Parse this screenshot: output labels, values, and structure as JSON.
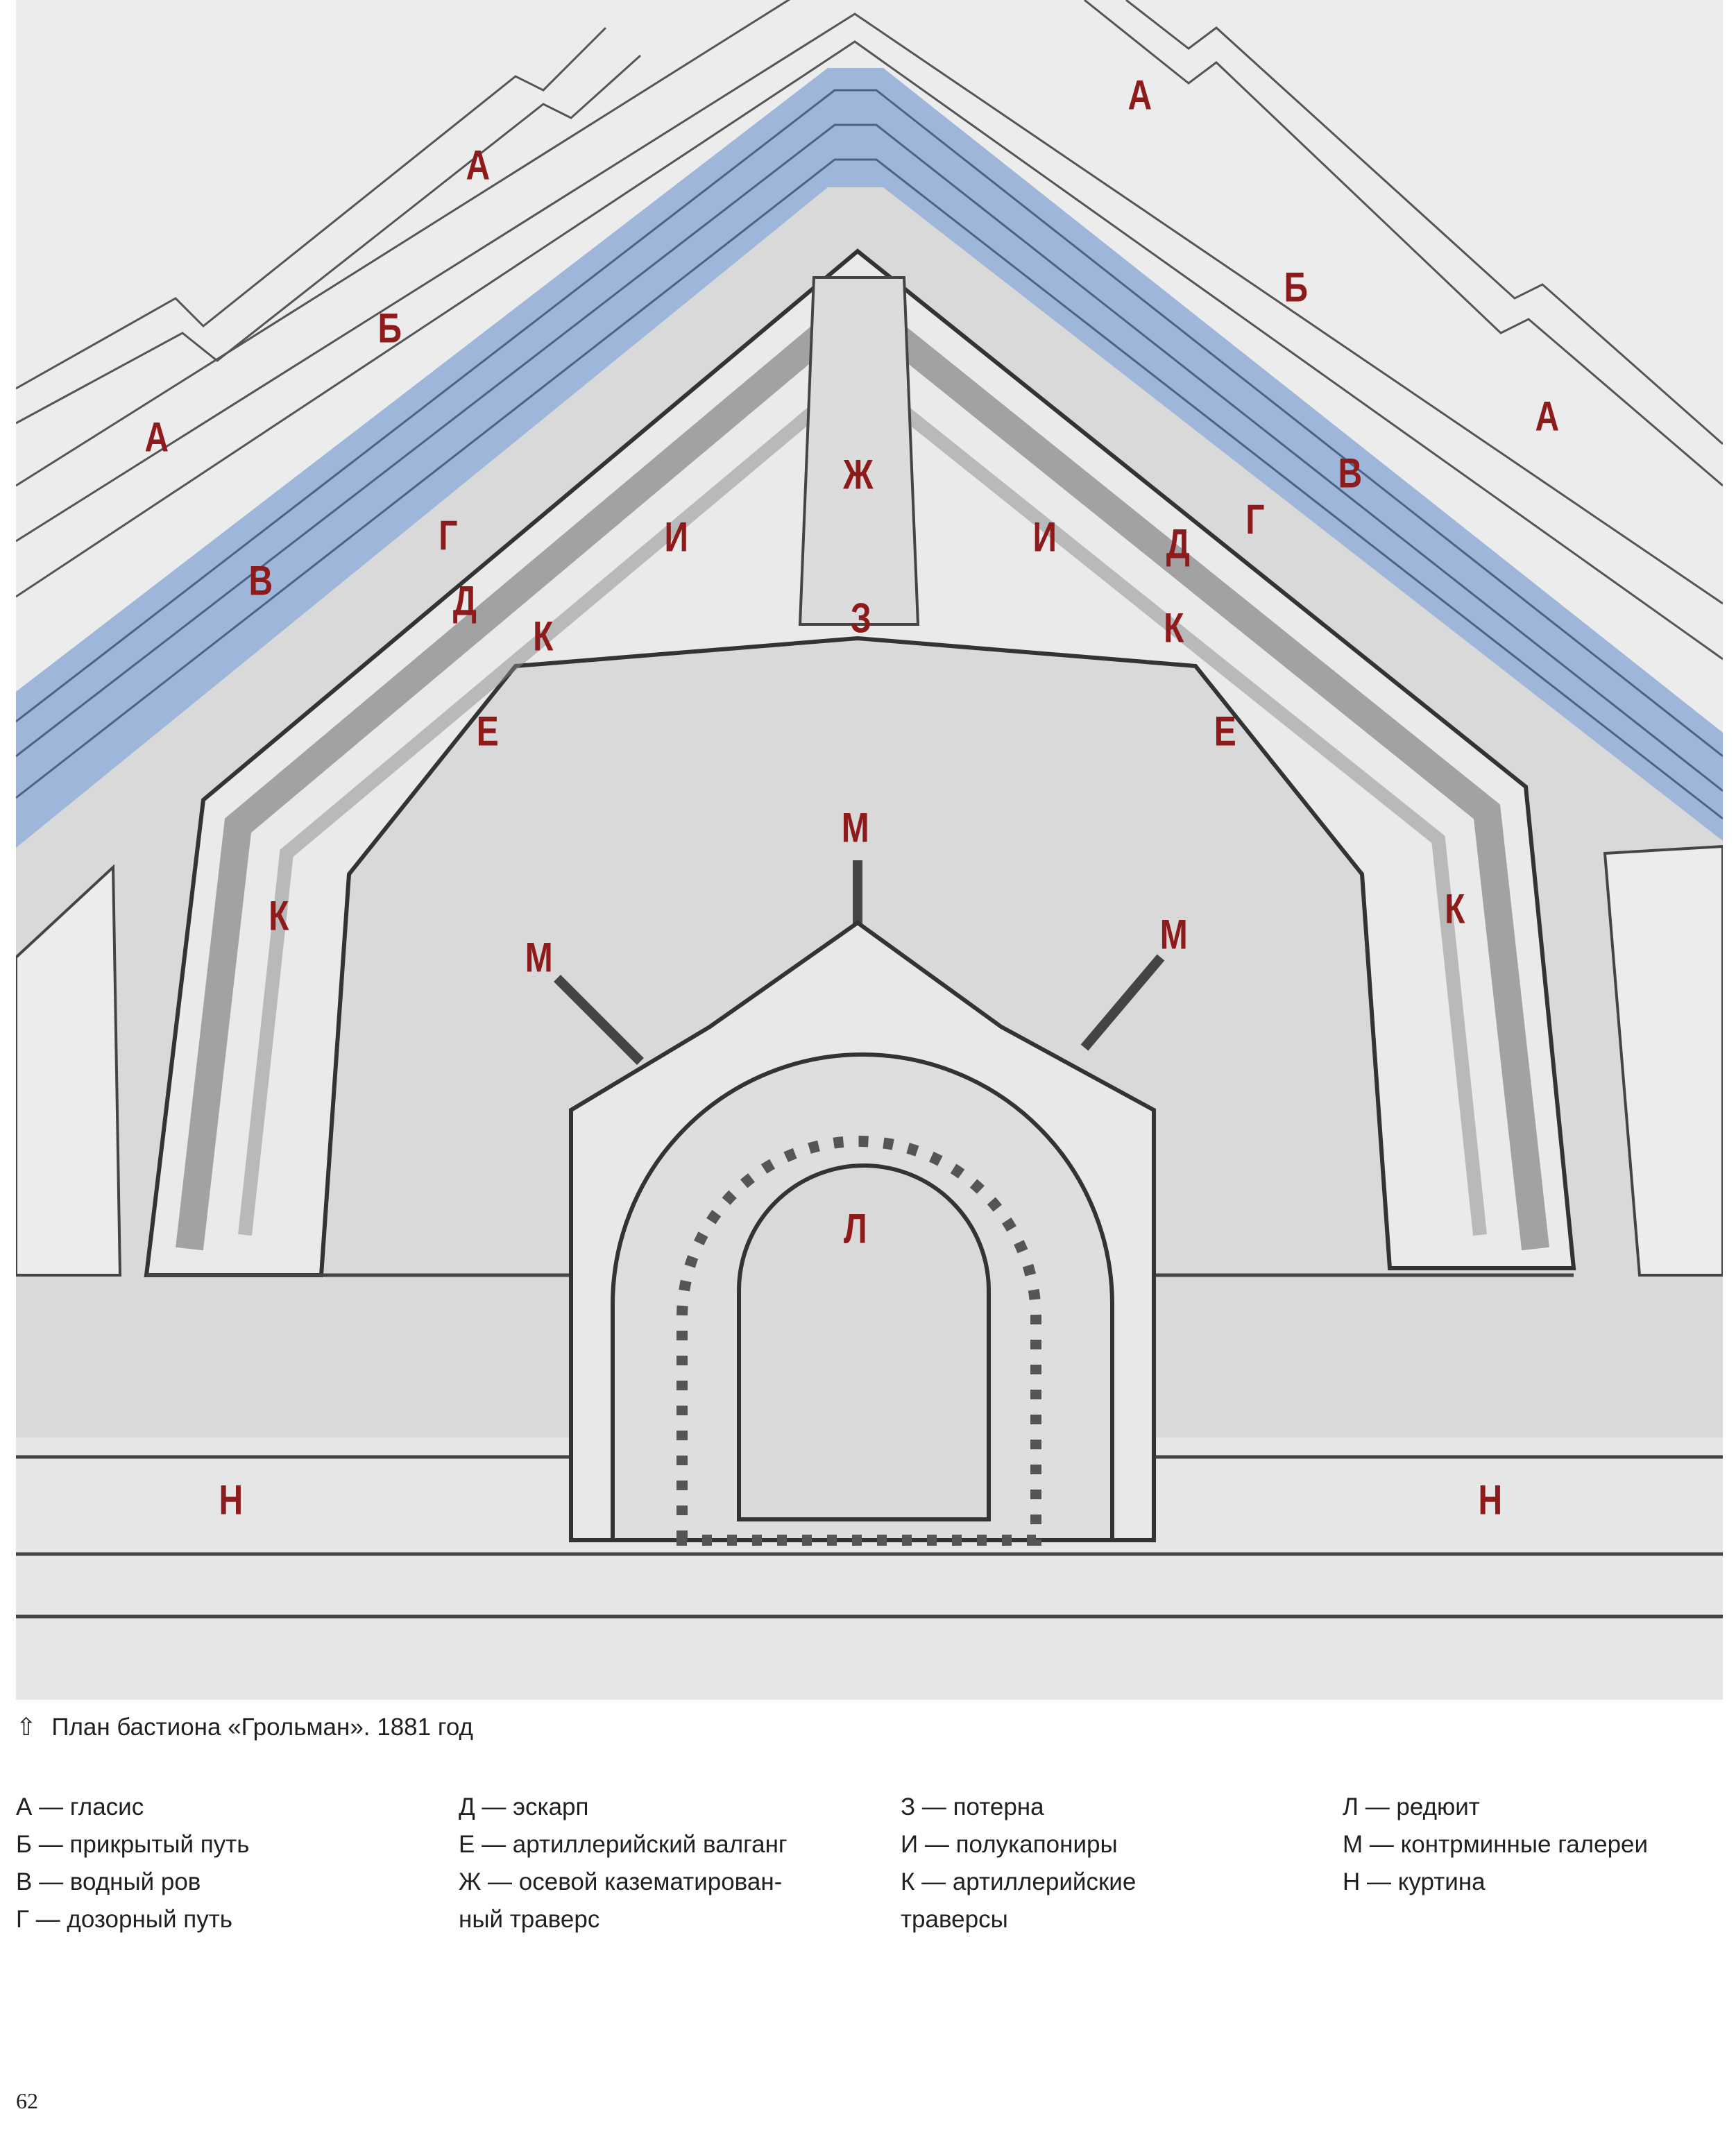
{
  "map": {
    "colors": {
      "label": "#8e1b1b",
      "ditch": "#9db6da",
      "background": "#d9d9d9",
      "paper": "#ececec"
    },
    "labels": [
      {
        "id": "a1",
        "text": "А"
      },
      {
        "id": "a2",
        "text": "А"
      },
      {
        "id": "a3",
        "text": "А"
      },
      {
        "id": "a4",
        "text": "А"
      },
      {
        "id": "b1",
        "text": "Б"
      },
      {
        "id": "b2",
        "text": "Б"
      },
      {
        "id": "v1",
        "text": "В"
      },
      {
        "id": "v2",
        "text": "В"
      },
      {
        "id": "g1",
        "text": "Г"
      },
      {
        "id": "g2",
        "text": "Г"
      },
      {
        "id": "d1",
        "text": "Д"
      },
      {
        "id": "d2",
        "text": "Д"
      },
      {
        "id": "zh",
        "text": "Ж"
      },
      {
        "id": "i1",
        "text": "И"
      },
      {
        "id": "i2",
        "text": "И"
      },
      {
        "id": "z",
        "text": "З"
      },
      {
        "id": "k1",
        "text": "К"
      },
      {
        "id": "k2",
        "text": "К"
      },
      {
        "id": "k3",
        "text": "К"
      },
      {
        "id": "k4",
        "text": "К"
      },
      {
        "id": "e1",
        "text": "Е"
      },
      {
        "id": "e2",
        "text": "Е"
      },
      {
        "id": "m1",
        "text": "М"
      },
      {
        "id": "m2",
        "text": "М"
      },
      {
        "id": "m3",
        "text": "М"
      },
      {
        "id": "l",
        "text": "Л"
      },
      {
        "id": "n1",
        "text": "Н"
      },
      {
        "id": "n2",
        "text": "Н"
      }
    ]
  },
  "caption": {
    "icon": "up-arrow-icon",
    "arrow": "⇧",
    "text": "План бастиона «Грольман». 1881 год"
  },
  "legend": {
    "columns": [
      [
        "А — гласис",
        "Б — прикрытый путь",
        "В — водный ров",
        "Г — дозорный путь"
      ],
      [
        "Д — эскарп",
        "Е — артиллерийский валганг",
        "Ж — осевой казематирован-",
        "ный траверс"
      ],
      [
        "З — потерна",
        "И — полукапониры",
        "К — артиллерийские",
        "траверсы"
      ],
      [
        "Л — редюит",
        "М — контрминные галереи",
        "Н — куртина"
      ]
    ]
  },
  "page_number": "62"
}
